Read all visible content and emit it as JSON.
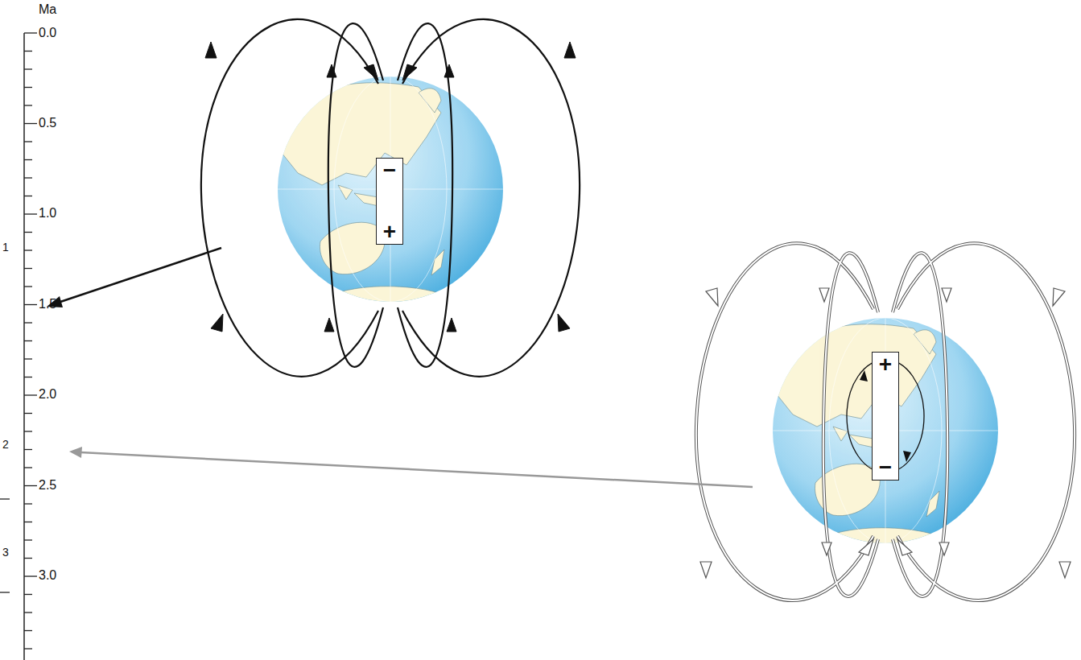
{
  "diagram": {
    "nodes": [
      {
        "text": [
          "−",
          "+"
        ]
      },
      {
        "text": [
          "+",
          "−"
        ]
      }
    ],
    "labels": [
      "Ma",
      "0.0",
      "0.5",
      "1.0",
      "1.5",
      "2.0",
      "2.5",
      "3.0",
      "1",
      "2",
      "3"
    ]
  }
}
